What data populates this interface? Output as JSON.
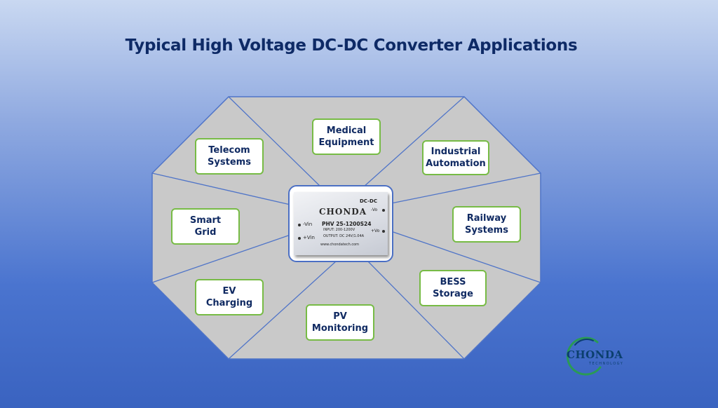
{
  "title": "Typical High Voltage DC-DC Converter Applications",
  "colors": {
    "octagon_fill": "#c9c9c9",
    "octagon_stroke": "#4f74c8",
    "box_border": "#77bb45",
    "title_color": "#0e2a66"
  },
  "applications": [
    {
      "id": "medical",
      "label": "Medical\nEquipment"
    },
    {
      "id": "industrial",
      "label": "Industrial\nAutomation"
    },
    {
      "id": "railway",
      "label": "Railway\nSystems"
    },
    {
      "id": "bess",
      "label": "BESS\nStorage"
    },
    {
      "id": "pv",
      "label": "PV\nMonitoring"
    },
    {
      "id": "ev",
      "label": "EV\nCharging"
    },
    {
      "id": "smartgrid",
      "label": "Smart\nGrid"
    },
    {
      "id": "telecom",
      "label": "Telecom\nSystems"
    }
  ],
  "module": {
    "brand": "CHONDA",
    "type": "DC-DC",
    "vin_minus": "-Vin",
    "vin_plus": "+Vin",
    "vo_minus": "-Vo",
    "vo_plus": "+Vo",
    "model": "PHV 25-1200S24",
    "input": "INPUT: 200-1200V",
    "output": "OUTPUT: DC 24V/1.04A",
    "website": "www.chondatech.com"
  },
  "logo": {
    "word": "CHONDA",
    "sub": "TECHNOLOGY",
    "icon": "ring-logo-icon"
  }
}
